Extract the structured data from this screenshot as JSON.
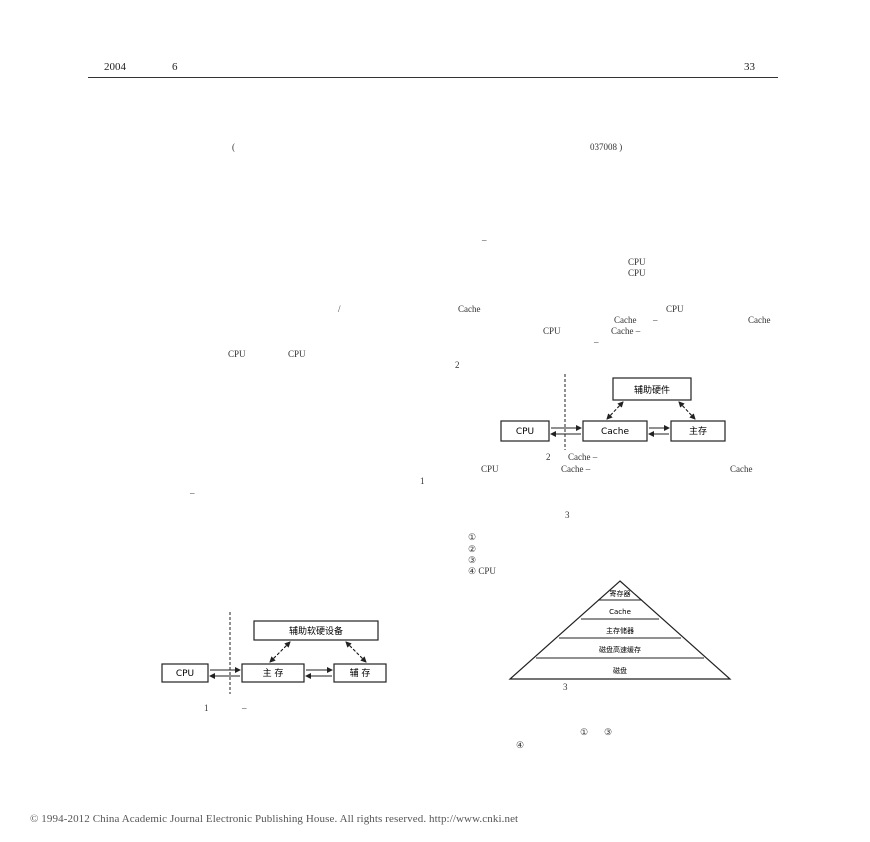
{
  "header": {
    "year": "2004",
    "issue": "6",
    "page": "33"
  },
  "top": {
    "paren_open": "(",
    "postcode": "037008 )"
  },
  "right_col": {
    "dash1": "–",
    "cpu1": "CPU",
    "cpu2": "CPU",
    "cache1": "Cache",
    "cpu3": "CPU",
    "cache2": "Cache",
    "dash2": "–",
    "cache3": "Cache",
    "cpu4": "CPU",
    "cache4": "Cache –",
    "dash3": "–",
    "num2": "2",
    "fig2_caption_num": "2",
    "fig2_caption_text": "Cache –",
    "cpu5": "CPU",
    "cache5": "Cache –",
    "cache6": "Cache",
    "num3": "3",
    "list": [
      "①",
      "②",
      "③",
      "④ CPU"
    ],
    "fig3_caption": "3",
    "circ1": "①",
    "circ3": "③",
    "circ4": "④"
  },
  "left_col": {
    "slash": "/",
    "cpu_a": "CPU",
    "cpu_b": "CPU",
    "num1": "1",
    "dash": "–",
    "fig1_caption_num": "1",
    "fig1_caption_dash": "–"
  },
  "fig1": {
    "top_box": "辅助软硬设备",
    "cpu": "CPU",
    "main": "主 存",
    "aux": "辅 存"
  },
  "fig2": {
    "top_box": "辅助硬件",
    "cpu": "CPU",
    "cache": "Cache",
    "main": "主存"
  },
  "fig3": {
    "levels": [
      "寄存器",
      "Cache",
      "主存储器",
      "磁盘高速缓存",
      "磁盘"
    ]
  },
  "footer": {
    "text": "© 1994-2012 China Academic Journal Electronic Publishing House. All rights reserved.    http://www.cnki.net"
  }
}
